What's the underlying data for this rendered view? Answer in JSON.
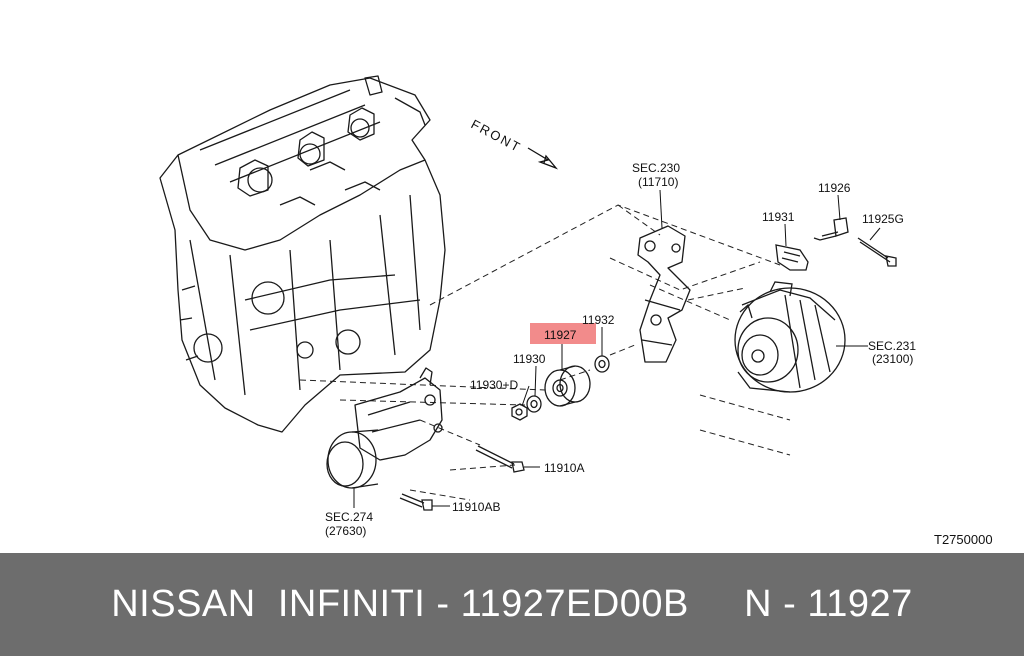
{
  "diagram": {
    "front_label": "FRONT",
    "drawing_code": "T2750000",
    "highlight_color": "#f28b8b",
    "parts": {
      "sec230": "SEC.230",
      "sec230_ref": "(11710)",
      "p11926": "11926",
      "p11931": "11931",
      "p11925g": "11925G",
      "p11927": "11927",
      "p11932": "11932",
      "p11930": "11930",
      "p11930d": "11930+D",
      "sec231": "SEC.231",
      "sec231_ref": "(23100)",
      "p11910a": "11910A",
      "p11910ab": "11910AB",
      "sec274": "SEC.274",
      "sec274_ref": "(27630)"
    }
  },
  "footer": {
    "text": "NISSAN  INFINITI - 11927ED00B     N - 11927"
  }
}
